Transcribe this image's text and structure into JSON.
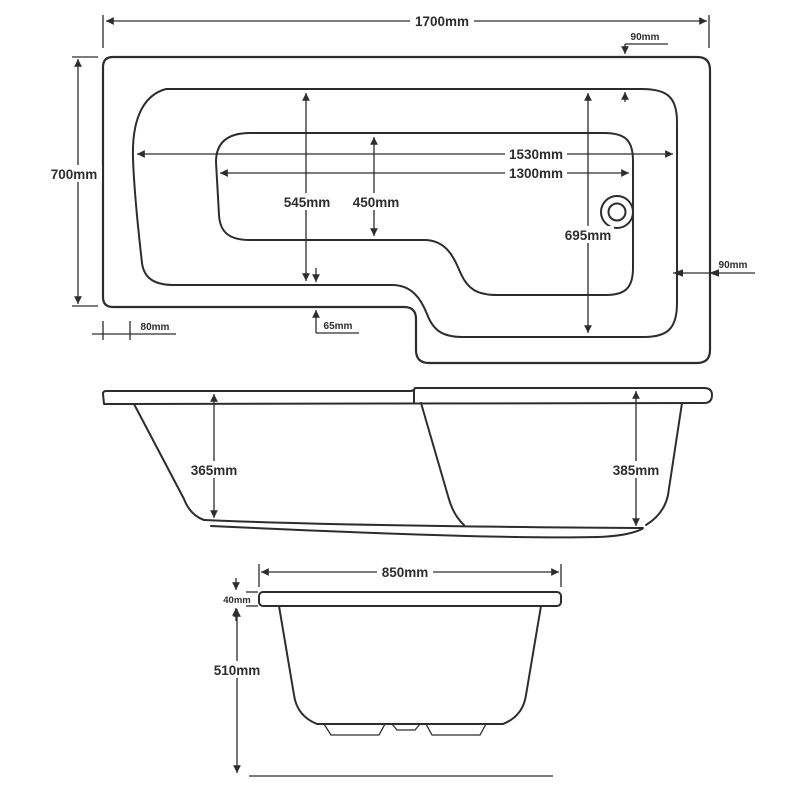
{
  "drawing": {
    "subject": "L-shaped shower bath technical drawing",
    "line_color": "#2d2d2d",
    "background": "#ffffff"
  },
  "plan": {
    "overall_length": "1700mm",
    "overall_width": "700mm",
    "top_rim_width": "90mm",
    "rim_length": "1530mm",
    "interior_length": "1300mm",
    "narrow_rim_width": "545mm",
    "narrow_interior_width": "450mm",
    "wide_rim_width": "695mm",
    "right_rim_width": "90mm",
    "left_rim_width": "80mm",
    "step_rim_width": "65mm"
  },
  "side": {
    "left_depth": "365mm",
    "right_depth": "385mm"
  },
  "end": {
    "rim_width": "850mm",
    "rim_thickness": "40mm",
    "body_height": "510mm"
  }
}
